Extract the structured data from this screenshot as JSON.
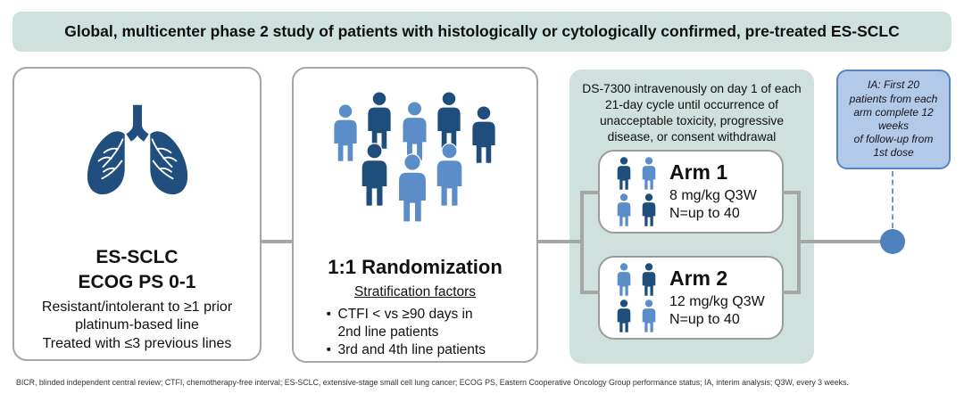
{
  "banner": {
    "title": "Global, multicenter phase 2 study of patients with histologically or cytologically confirmed, pre-treated ES-SCLC"
  },
  "population": {
    "title_line1": "ES-SCLC",
    "title_line2": "ECOG PS 0-1",
    "body_lines": [
      "Resistant/intolerant to ≥1 prior",
      "platinum-based line",
      "Treated with ≤3 previous lines"
    ]
  },
  "randomization": {
    "title": "1:1 Randomization",
    "subtitle": "Stratification factors",
    "bullets": [
      {
        "lines": [
          "CTFI < vs ≥90 days in",
          "2nd line patients"
        ]
      },
      {
        "lines": [
          "3rd and 4th line patients"
        ]
      }
    ],
    "people": [
      "light",
      "dark",
      "light",
      "dark",
      "dark",
      "dark",
      "light",
      "light"
    ]
  },
  "treatment": {
    "description_lines": [
      "DS-7300 intravenously on day 1 of each",
      "21-day cycle until occurrence of",
      "unacceptable toxicity, progressive",
      "disease, or consent withdrawal"
    ],
    "arms": [
      {
        "name": "Arm 1",
        "dose": "8 mg/kg Q3W",
        "n": "N=up to 40",
        "people": [
          "dark",
          "light",
          "light",
          "dark"
        ]
      },
      {
        "name": "Arm 2",
        "dose": "12 mg/kg Q3W",
        "n": "N=up to 40",
        "people": [
          "light",
          "dark",
          "dark",
          "light"
        ]
      }
    ]
  },
  "interim_analysis": {
    "lines": [
      "IA: First 20",
      "patients from each",
      "arm complete 12",
      "weeks",
      "of follow-up from",
      "1st dose"
    ]
  },
  "footnote": "BICR, blinded independent central review; CTFI, chemotherapy-free interval; ES-SCLC, extensive-stage small cell lung cancer; ECOG PS, Eastern Cooperative Oncology Group performance status; IA, interim analysis; Q3W, every 3 weeks.",
  "colors": {
    "person_dark": "#1f4e7c",
    "person_light": "#5b8ec9",
    "panel_teal": "#cee1dd",
    "ia_fill": "#b3c9e8",
    "ia_border": "#5585c2",
    "connector_gray": "#a6a6a6",
    "milestone_circle": "#4f81bd",
    "lungs_navy": "#204e7e"
  }
}
